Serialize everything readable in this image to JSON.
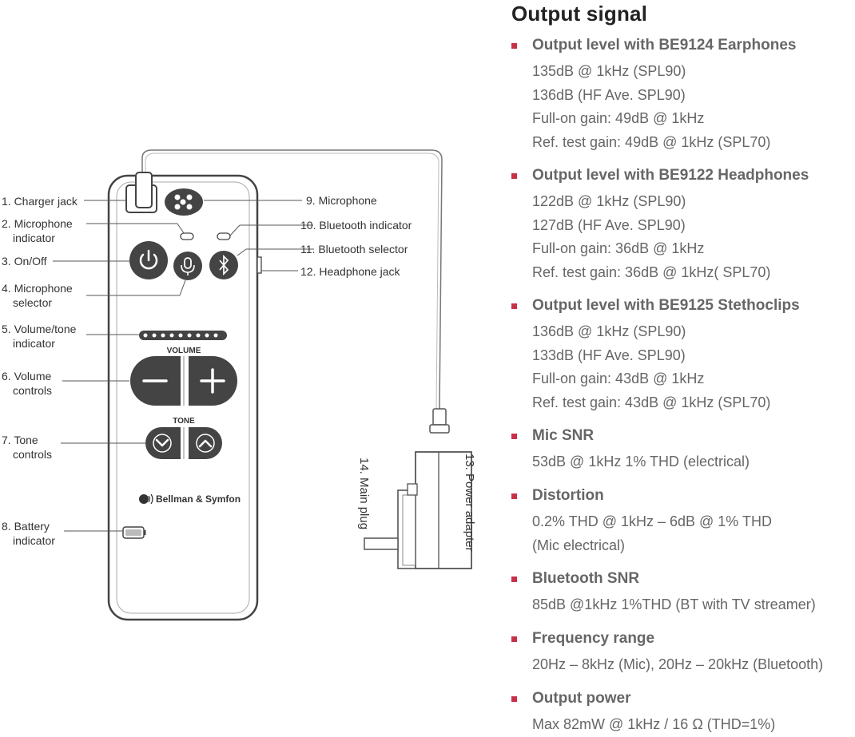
{
  "diagram": {
    "labels": {
      "charger_jack": "1. Charger jack",
      "mic_indicator_1": "2. Microphone",
      "mic_indicator_2": "indicator",
      "on_off": "3. On/Off",
      "mic_selector_1": "4. Microphone",
      "mic_selector_2": "selector",
      "vol_tone_ind_1": "5. Volume/tone",
      "vol_tone_ind_2": "indicator",
      "vol_controls_1": "6. Volume",
      "vol_controls_2": "controls",
      "tone_controls_1": "7. Tone",
      "tone_controls_2": "controls",
      "battery_1": "8. Battery",
      "battery_2": "indicator",
      "microphone": "9. Microphone",
      "bt_indicator": "10. Bluetooth indicator",
      "bt_selector": "11. Bluetooth selector",
      "headphone_jack": "12. Headphone jack",
      "power_adapter": "13. Power adapter",
      "main_plug": "14. Main plug"
    },
    "device_text": {
      "volume": "VOLUME",
      "tone": "TONE",
      "brand": "Bellman & Symfon"
    },
    "icons": [
      "power-icon",
      "microphone-icon",
      "bluetooth-icon",
      "minus-icon",
      "plus-icon",
      "chevron-down-icon",
      "chevron-up-icon",
      "battery-icon",
      "brand-logo-icon"
    ]
  },
  "specs": {
    "title": "Output signal",
    "accent_color": "#c8304a",
    "sections": [
      {
        "heading": "Output level with BE9124 Earphones",
        "lines": [
          "135dB  @ 1kHz (SPL90)",
          "136dB (HF Ave. SPL90)",
          "Full-on gain: 49dB @ 1kHz",
          "Ref. test gain: 49dB @ 1kHz (SPL70)"
        ]
      },
      {
        "heading": "Output level with BE9122 Headphones",
        "lines": [
          "122dB @ 1kHz (SPL90)",
          "127dB (HF Ave. SPL90)",
          "Full-on gain: 36dB @ 1kHz",
          "Ref. test gain: 36dB @ 1kHz( SPL70)"
        ]
      },
      {
        "heading": "Output level with BE9125 Stethoclips",
        "lines": [
          "136dB @ 1kHz (SPL90)",
          "133dB (HF Ave. SPL90)",
          "Full-on gain: 43dB @ 1kHz",
          "Ref. test gain: 43dB @ 1kHz (SPL70)"
        ]
      },
      {
        "heading": "Mic SNR",
        "lines": [
          "53dB @ 1kHz 1% THD (electrical)"
        ]
      },
      {
        "heading": "Distortion",
        "lines": [
          "0.2% THD @ 1kHz – 6dB @ 1% THD",
          "(Mic electrical)"
        ]
      },
      {
        "heading": "Bluetooth SNR",
        "lines": [
          "85dB @1kHz 1%THD (BT with TV streamer)"
        ]
      },
      {
        "heading": "Frequency range",
        "lines": [
          "20Hz – 8kHz (Mic), 20Hz – 20kHz (Bluetooth)"
        ]
      },
      {
        "heading": "Output power",
        "lines": [
          "Max 82mW @ 1kHz / 16 Ω (THD=1%)"
        ]
      }
    ]
  }
}
